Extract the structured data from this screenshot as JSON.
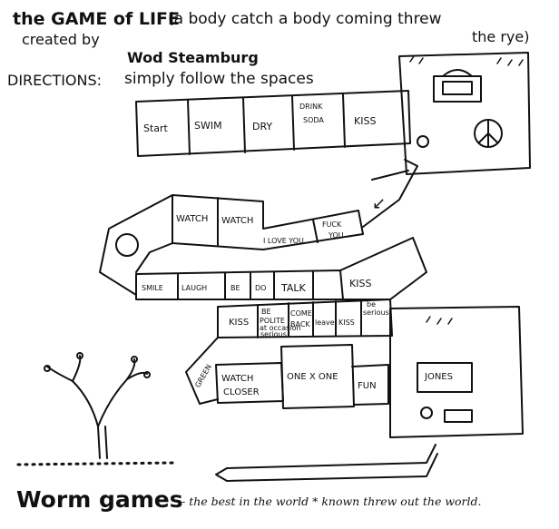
{
  "header": {
    "title": "the GAME of LIFE",
    "subtitle_line1": "(a body catch a body coming threw",
    "subtitle_line2": "the rye)",
    "created_by": "created by",
    "author": "Wod Steamburg",
    "directions_label": "DIRECTIONS:",
    "directions_text": "simply follow the spaces"
  },
  "board": {
    "row1": [
      "Start",
      "SWIM",
      "DRY",
      "DRINK",
      "SODA",
      "KISS"
    ],
    "row2": [
      "WATCH",
      "WATCH",
      "I LOVE YOU",
      "FUCK",
      "YOU"
    ],
    "row3": [
      "SMILE",
      "LAUGH",
      "BE",
      "DO",
      "TALK",
      "KISS"
    ],
    "row4": [
      "KISS",
      "BE",
      "POLITE",
      "at occasion",
      "serious",
      "COME",
      "BACK",
      "leave",
      "KISS",
      "be",
      "serious"
    ],
    "row5": [
      "GREEN",
      "WATCH",
      "CLOSER",
      "ONE X ONE",
      "FUN"
    ],
    "jones": "JONES"
  },
  "footer": {
    "brand": "Worm games",
    "tagline": "- the best in the world * known threw out the world."
  }
}
